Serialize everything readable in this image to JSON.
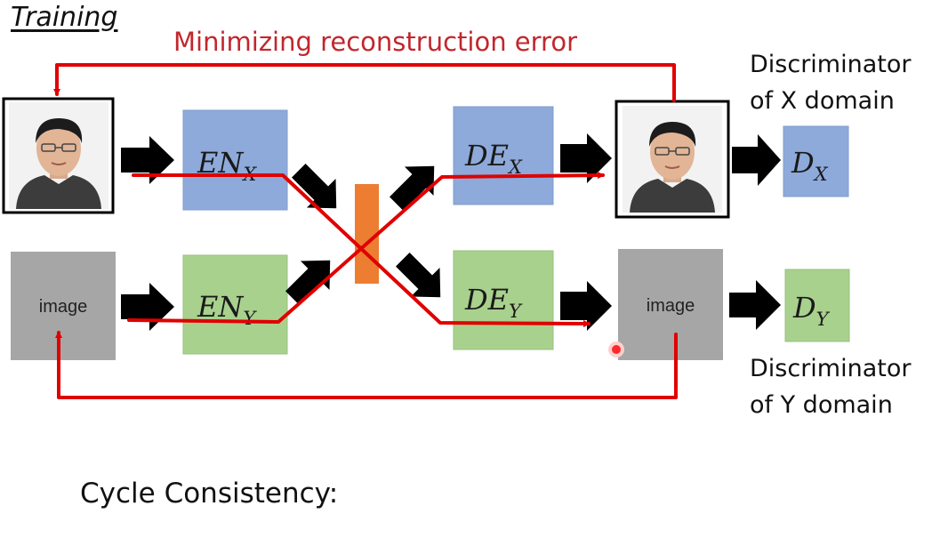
{
  "heading": "Training",
  "reconstruction_label": "Minimizing reconstruction error",
  "encoders": [
    {
      "main": "EN",
      "sub": "X",
      "color": "#8eaadb"
    },
    {
      "main": "EN",
      "sub": "Y",
      "color": "#a9d18e"
    }
  ],
  "decoders": [
    {
      "main": "DE",
      "sub": "X",
      "color": "#8eaadb"
    },
    {
      "main": "DE",
      "sub": "Y",
      "color": "#a9d18e"
    }
  ],
  "discriminators": [
    {
      "main": "D",
      "sub": "X",
      "color": "#8eaadb",
      "caption_line1": "Discriminator",
      "caption_line2": "of X domain"
    },
    {
      "main": "D",
      "sub": "Y",
      "color": "#a9d18e",
      "caption_line1": "Discriminator",
      "caption_line2": "of Y domain"
    }
  ],
  "image_placeholders": [
    "image",
    "image"
  ],
  "bottleneck_color": "#ed7d31",
  "path_color": "#e00000",
  "cycle_label": "Cycle Consistency:"
}
